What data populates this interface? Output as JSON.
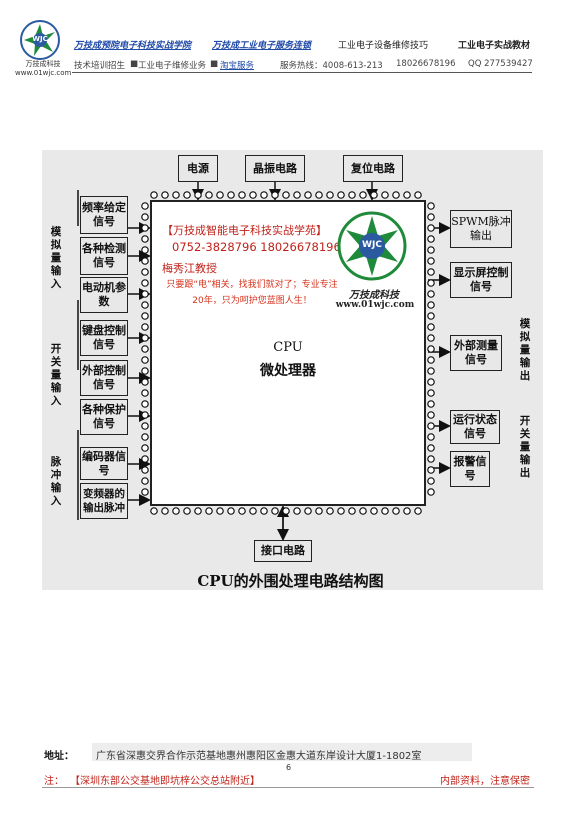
{
  "header": {
    "logo_text": "WJC",
    "logo_caption": "万技成科技",
    "logo_url": "www.01wjc.com",
    "top_links": [
      "万技成预院电子科技实战学院",
      "万技成工业电子服务连锁",
      "工业电子设备维修技巧",
      "工业电子实战教材"
    ],
    "bottom_items": [
      "技术培训招生",
      "工业电子维修业务",
      "淘宝服务"
    ],
    "service_hotline": "服务热线：4008-613-213",
    "phone": "18026678196",
    "qq": "QQ 277539427"
  },
  "diagram": {
    "top_boxes": [
      "电源",
      "晶振电路",
      "复位电路"
    ],
    "bottom_box": "接口电路",
    "left_groups": [
      {
        "label": "模拟量输入",
        "boxes": [
          "频率给定信号",
          "各种检测信号",
          "电动机参数"
        ]
      },
      {
        "label": "开关量输入",
        "boxes": [
          "键盘控制信号",
          "外部控制信号",
          "各种保护信号"
        ]
      },
      {
        "label": "脉冲输入",
        "boxes": [
          "编码器信号",
          "变频器的输出脉冲"
        ]
      }
    ],
    "right_boxes": {
      "group1": [
        "SPWM脉冲输出",
        "显示屏控制信号"
      ],
      "group2": [
        "外部测量信号"
      ],
      "group3": [
        "运行状态信号",
        "报警信号"
      ]
    },
    "right_labels": [
      "模拟量输出",
      "开关量输出"
    ],
    "cpu_line1": "CPU",
    "cpu_line2": "微处理器",
    "caption": "CPU的外围处理电路结构图"
  },
  "advert": {
    "title": "【万技成智能电子科技实战学苑】",
    "phones": "0752-3828796  18026678196",
    "name": "梅秀江教授",
    "slogan": "只要跟“电”相关，找我们就对了；专业专注20年，只为呵护您蓝图人生！",
    "wm_logo": "WJC",
    "wm_name": "万技成科技",
    "wm_url": "www.01wjc.com"
  },
  "footer": {
    "address_label": "地址：",
    "address": "广东省深惠交界合作示范基地惠州惠阳区金惠大道东岸设计大厦1-1802室",
    "page_number": "6",
    "note_label": "注：",
    "note": "【深圳东部公交基地即坑梓公交总站附近】",
    "confidential": "内部资料，注意保密"
  },
  "colors": {
    "accent_red": "#c0221a",
    "link_blue": "#1f4aa8",
    "logo_blue": "#2c5aa0",
    "logo_green": "#1e8a3a"
  }
}
